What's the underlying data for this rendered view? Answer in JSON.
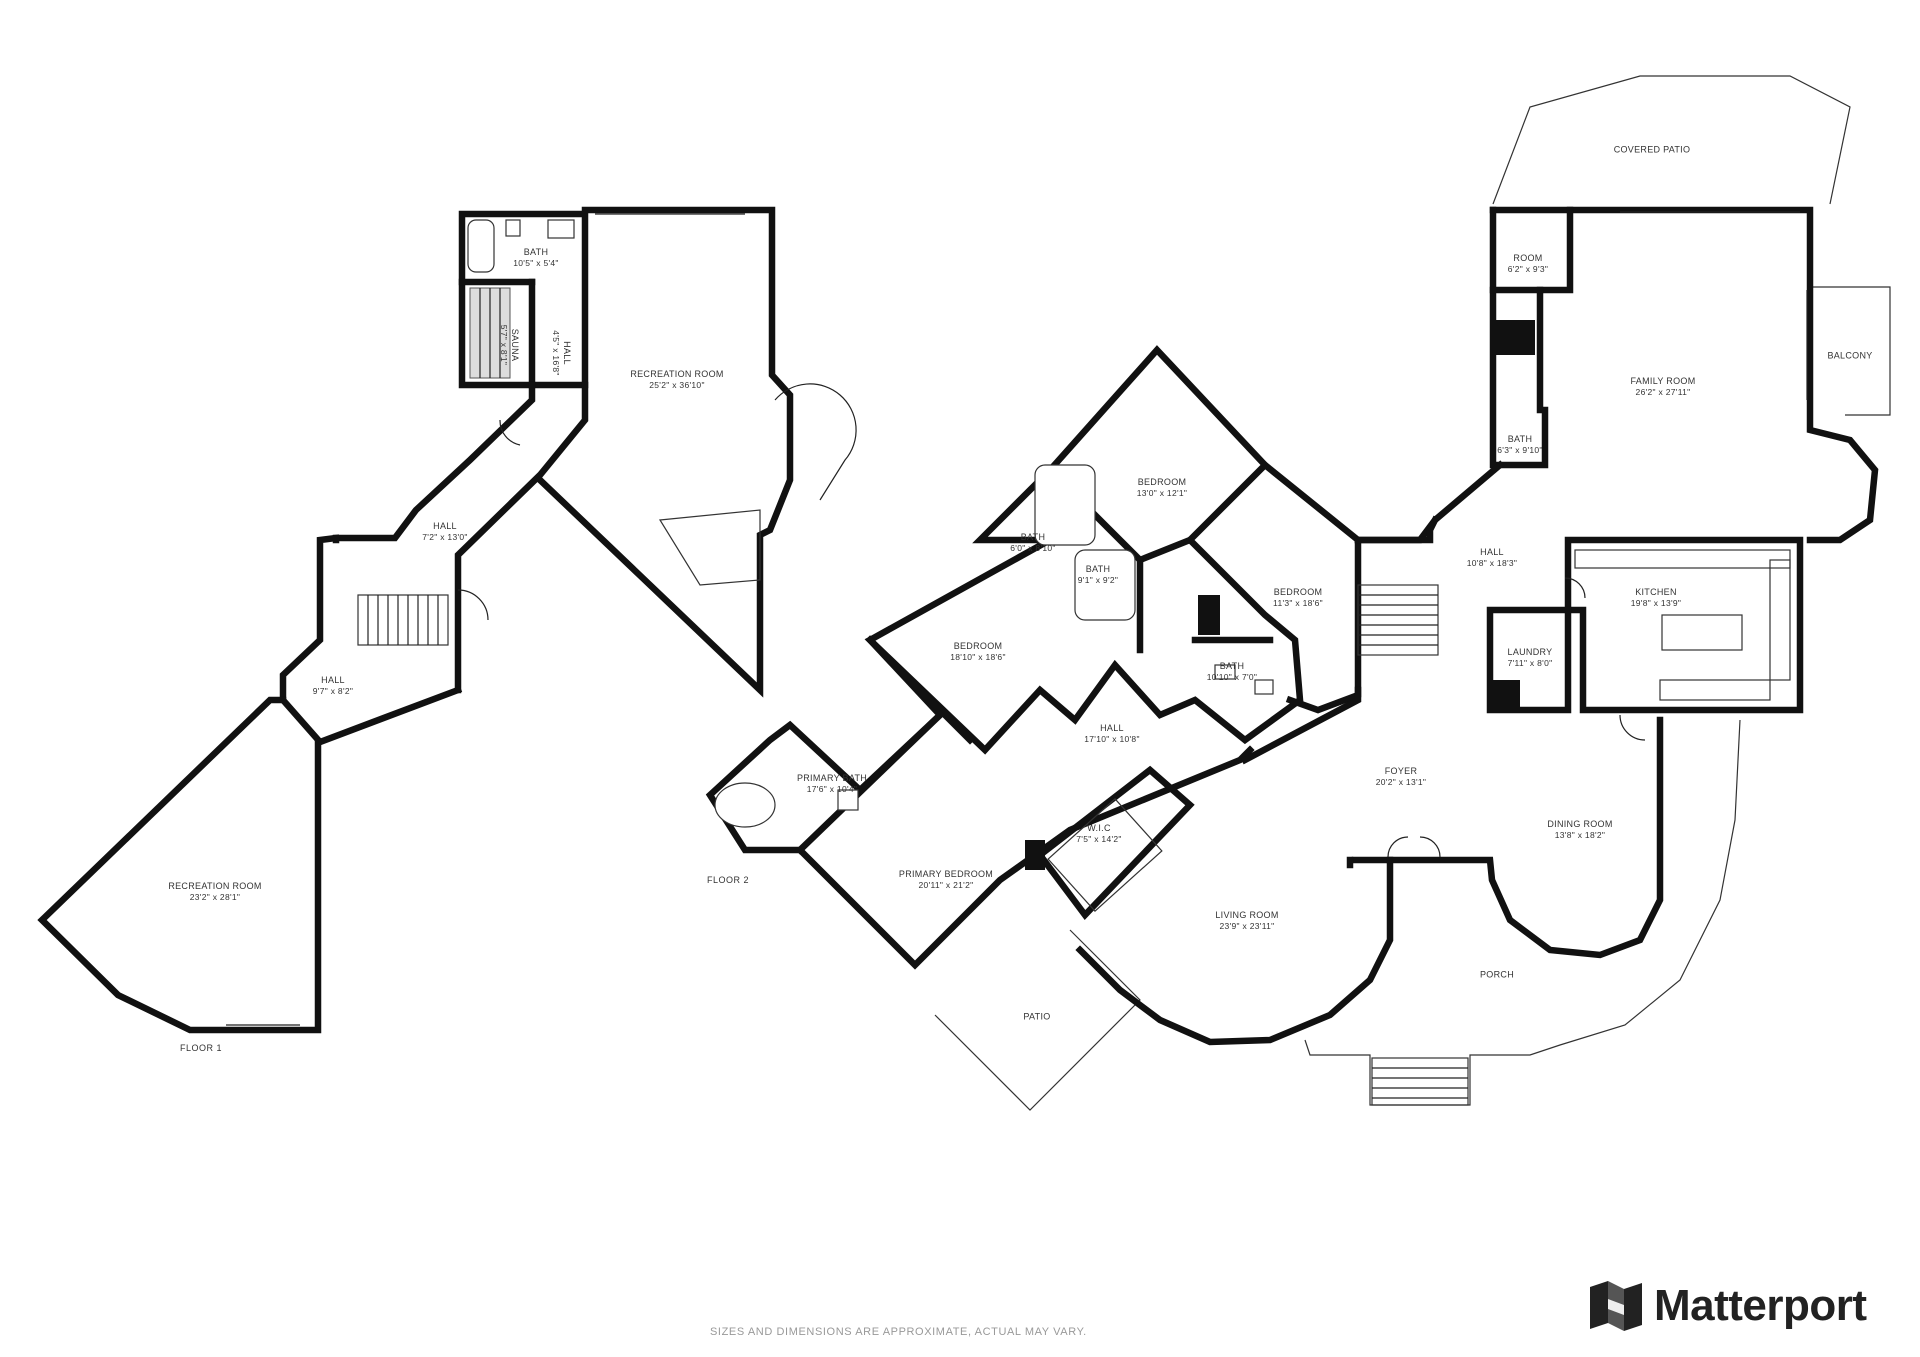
{
  "floors": [
    {
      "label": "FLOOR 1",
      "rooms": [
        {
          "id": "bath-f1",
          "name": "BATH",
          "dims": "10'5\" x 5'4\""
        },
        {
          "id": "sauna",
          "name": "SAUNA",
          "dims": "5'7\" x 8'1\""
        },
        {
          "id": "hall-f1-a",
          "name": "HALL",
          "dims": "4'5\" x 16'8\""
        },
        {
          "id": "rec-room-upper",
          "name": "RECREATION ROOM",
          "dims": "25'2\" x 36'10\""
        },
        {
          "id": "hall-f1-b",
          "name": "HALL",
          "dims": "7'2\" x 13'0\""
        },
        {
          "id": "hall-f1-c",
          "name": "HALL",
          "dims": "9'7\" x 8'2\""
        },
        {
          "id": "rec-room-lower",
          "name": "RECREATION ROOM",
          "dims": "23'2\" x 28'1\""
        }
      ]
    },
    {
      "label": "FLOOR 2",
      "rooms": [
        {
          "id": "covered-patio",
          "name": "COVERED PATIO",
          "dims": ""
        },
        {
          "id": "room",
          "name": "ROOM",
          "dims": "6'2\" x 9'3\""
        },
        {
          "id": "balcony",
          "name": "BALCONY",
          "dims": ""
        },
        {
          "id": "family-room",
          "name": "FAMILY ROOM",
          "dims": "26'2\" x 27'11\""
        },
        {
          "id": "bath-family",
          "name": "BATH",
          "dims": "6'3\" x 9'10\""
        },
        {
          "id": "bedroom-a",
          "name": "BEDROOM",
          "dims": "13'0\" x 12'1\""
        },
        {
          "id": "bath-a",
          "name": "BATH",
          "dims": "6'0\" x 8'10\""
        },
        {
          "id": "bath-b",
          "name": "BATH",
          "dims": "9'1\" x 9'2\""
        },
        {
          "id": "bedroom-b",
          "name": "BEDROOM",
          "dims": "11'3\" x 18'6\""
        },
        {
          "id": "hall-f2-a",
          "name": "HALL",
          "dims": "10'8\" x 18'3\""
        },
        {
          "id": "kitchen",
          "name": "KITCHEN",
          "dims": "19'8\" x 13'9\""
        },
        {
          "id": "bedroom-c",
          "name": "BEDROOM",
          "dims": "18'10\" x 18'6\""
        },
        {
          "id": "bath-c",
          "name": "BATH",
          "dims": "10'10\" x 7'0\""
        },
        {
          "id": "laundry",
          "name": "LAUNDRY",
          "dims": "7'11\" x 8'0\""
        },
        {
          "id": "hall-f2-b",
          "name": "HALL",
          "dims": "17'10\" x 10'8\""
        },
        {
          "id": "primary-bath",
          "name": "PRIMARY BATH",
          "dims": "17'6\" x 10'4\""
        },
        {
          "id": "foyer",
          "name": "FOYER",
          "dims": "20'2\" x 13'1\""
        },
        {
          "id": "wic",
          "name": "W.I.C",
          "dims": "7'5\" x 14'2\""
        },
        {
          "id": "dining-room",
          "name": "DINING ROOM",
          "dims": "13'8\" x 18'2\""
        },
        {
          "id": "primary-bedroom",
          "name": "PRIMARY BEDROOM",
          "dims": "20'11\" x 21'2\""
        },
        {
          "id": "living-room",
          "name": "LIVING ROOM",
          "dims": "23'9\" x 23'11\""
        },
        {
          "id": "porch",
          "name": "PORCH",
          "dims": ""
        },
        {
          "id": "patio",
          "name": "PATIO",
          "dims": ""
        }
      ]
    }
  ],
  "disclaimer": "SIZES AND DIMENSIONS ARE APPROXIMATE, ACTUAL MAY VARY.",
  "brand": {
    "name": "Matterport",
    "icon": "matterport-logo-icon",
    "color": "#222222"
  }
}
